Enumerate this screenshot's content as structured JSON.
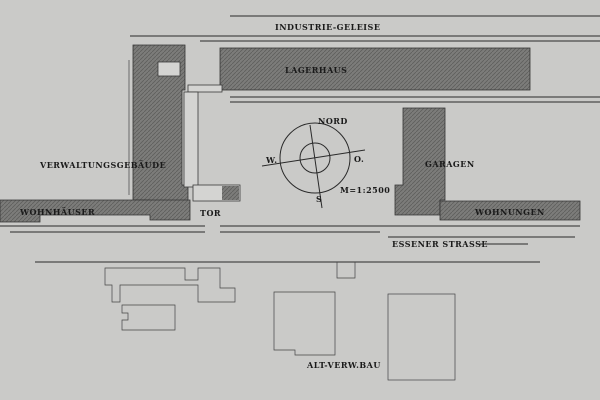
{
  "plan": {
    "rail_label": "INDUSTRIE-GELEISE",
    "warehouse_label": "LAGERHAUS",
    "admin_label": "VERWALTUNGSGEBÄUDE",
    "housing_west_label": "WOHNHÄUSER",
    "gate_label": "TOR",
    "garages_label": "GARAGEN",
    "apartments_label": "WOHNUNGEN",
    "street_label": "ESSENER STRASSE",
    "old_building_label": "ALT-VERW.BAU"
  },
  "compass": {
    "north": "NORD",
    "west": "W.",
    "east": "O.",
    "south": "S",
    "scale": "M=1:2500"
  },
  "colors": {
    "paper": "#cacac8",
    "building": "#7c7c7a",
    "ink": "#1a1a1a"
  }
}
